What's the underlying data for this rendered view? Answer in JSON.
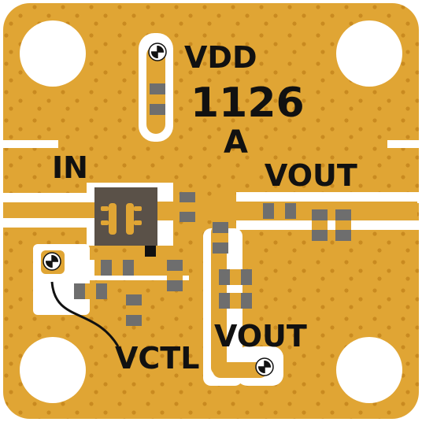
{
  "board": {
    "part_number": "1126",
    "revision": "A",
    "colors": {
      "gold": "#E0A534",
      "gold_dark": "#C88A1E",
      "white": "#FFFFFF",
      "via": "#C98A20",
      "package": "#5A5148",
      "component_body": "#6E6E6E",
      "silkscreen": "#111111"
    }
  },
  "labels": {
    "vdd": "VDD",
    "in": "IN",
    "vout_top": "VOUT",
    "vout_bottom": "VOUT",
    "vctl": "VCTL"
  },
  "icons": {
    "mounting_hole": "mounting-hole-icon",
    "test_point": "test-point-crosshair-icon",
    "ic_package": "ic-package-icon"
  }
}
